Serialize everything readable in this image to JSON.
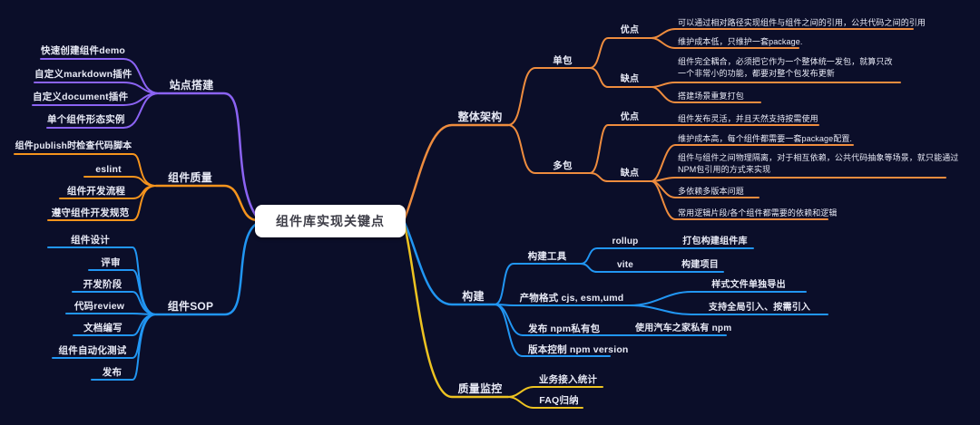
{
  "root": {
    "label": "组件库实现关键点"
  },
  "colors": {
    "background": "#0b0e29",
    "site": "#8b63f3",
    "quality": "#f6941d",
    "sop": "#2196f3",
    "architecture": "#ee8c3e",
    "build": "#2196f3",
    "monitor": "#edc321",
    "root_bg": "#ffffff",
    "root_text": "#3d3d47",
    "text": "#e8eaf6"
  },
  "site": {
    "label": "站点搭建",
    "children": [
      "快速创建组件demo",
      "自定义markdown插件",
      "自定义document插件",
      "单个组件形态实例"
    ]
  },
  "quality": {
    "label": "组件质量",
    "children": [
      "组件publish时检查代码脚本",
      "eslint",
      "组件开发流程",
      "遵守组件开发规范"
    ]
  },
  "sop": {
    "label": "组件SOP",
    "children": [
      "组件设计",
      "评审",
      "开发阶段",
      "代码review",
      "文档编写",
      "组件自动化测试",
      "发布"
    ]
  },
  "architecture": {
    "label": "整体架构",
    "single": {
      "label": "单包",
      "pros": {
        "label": "优点",
        "items": [
          "可以通过相对路径实现组件与组件之间的引用，公共代码之间的引用",
          "维护成本低，只维护一套package."
        ]
      },
      "cons": {
        "label": "缺点",
        "items": [
          "组件完全耦合，必须把它作为一个整体统一发包，就算只改一个非常小的功能，都要对整个包发布更新",
          "搭建场景重复打包"
        ]
      }
    },
    "multi": {
      "label": "多包",
      "pros": {
        "label": "优点",
        "items": [
          "组件发布灵活，并且天然支持按需使用"
        ]
      },
      "cons": {
        "label": "缺点",
        "items": [
          "维护成本高，每个组件都需要一套package配置.",
          "组件与组件之间物理隔离，对于相互依赖，公共代码抽象等场景，就只能通过NPM包引用的方式来实现",
          "多依赖多版本问题",
          "常用逻辑片段/各个组件都需要的依赖和逻辑"
        ]
      }
    }
  },
  "build": {
    "label": "构建",
    "tool": {
      "label": "构建工具",
      "rollup": "rollup",
      "rollup_desc": "打包构建组件库",
      "vite": "vite",
      "vite_desc": "构建项目"
    },
    "format": {
      "label": "产物格式 cjs, esm,umd",
      "items": [
        "样式文件单独导出",
        "支持全局引入、按需引入"
      ]
    },
    "publish": {
      "label": "发布 npm私有包",
      "desc": "使用汽车之家私有 npm"
    },
    "version": {
      "label": "版本控制 npm version"
    }
  },
  "monitor": {
    "label": "质量监控",
    "children": [
      "业务接入统计",
      "FAQ归纳"
    ]
  }
}
